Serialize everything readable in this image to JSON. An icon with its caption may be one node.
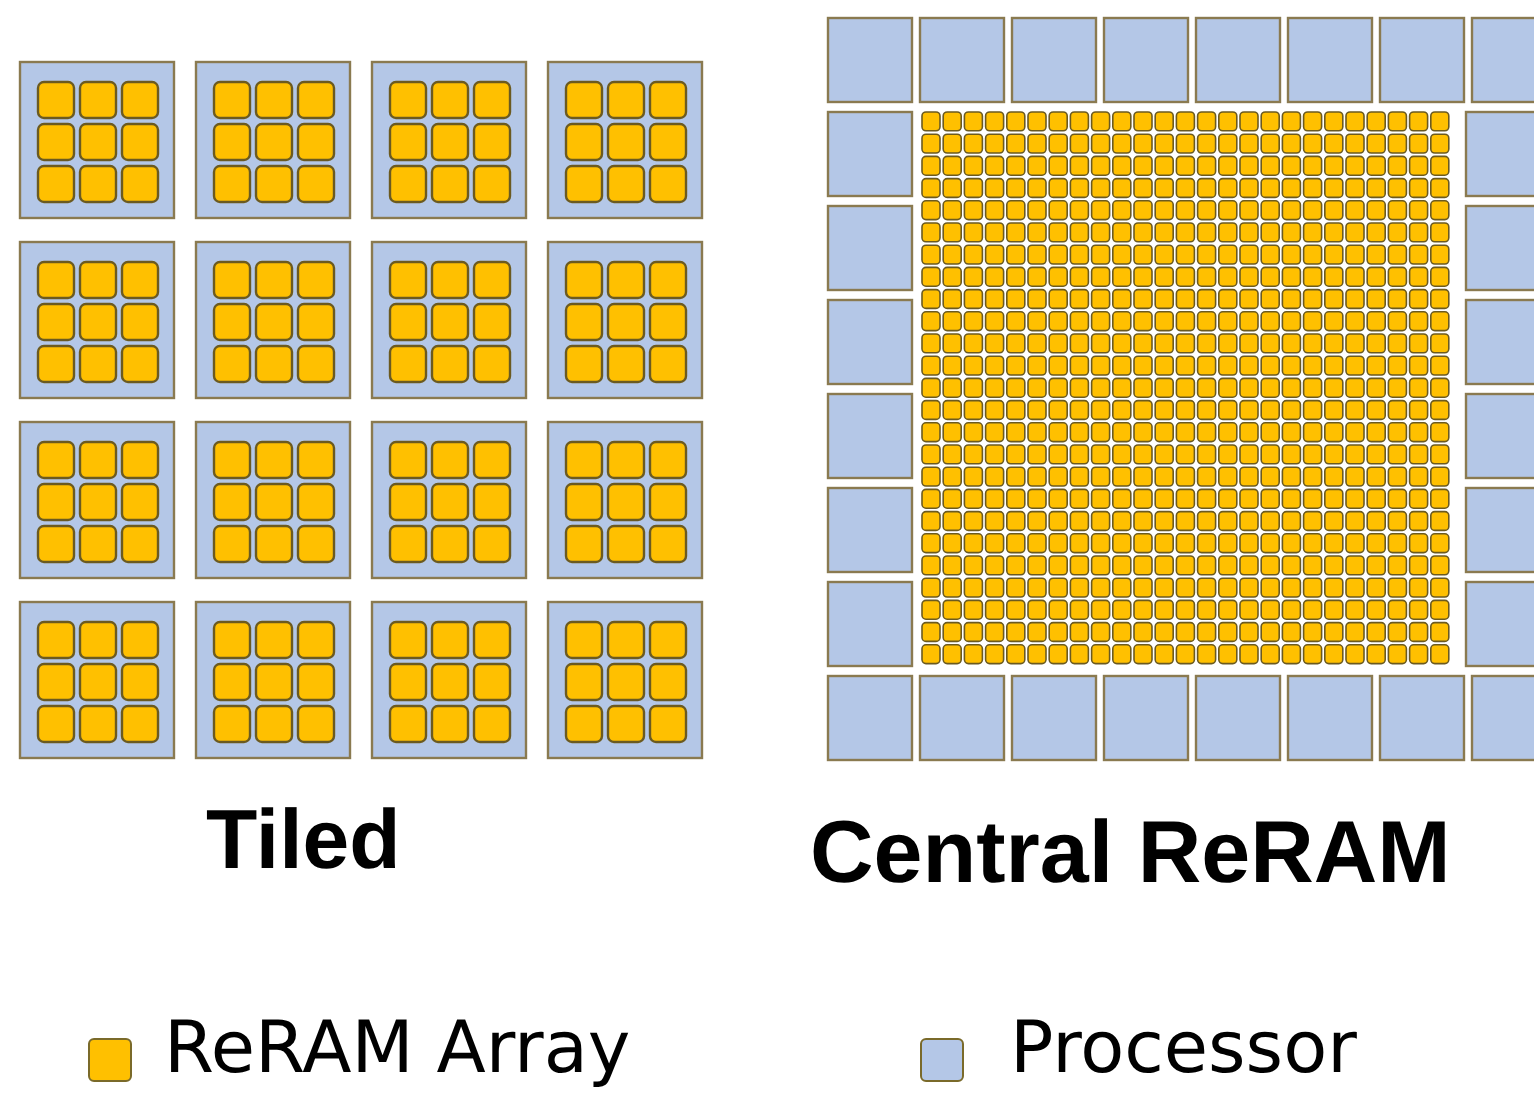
{
  "diagram": {
    "labels": [
      "Tiled",
      "Central ReRAM"
    ],
    "legend": [
      {
        "text": "ReRAM Array",
        "color": "#ffc000"
      },
      {
        "text": "Processor",
        "color": "#b4c7e7"
      }
    ]
  }
}
